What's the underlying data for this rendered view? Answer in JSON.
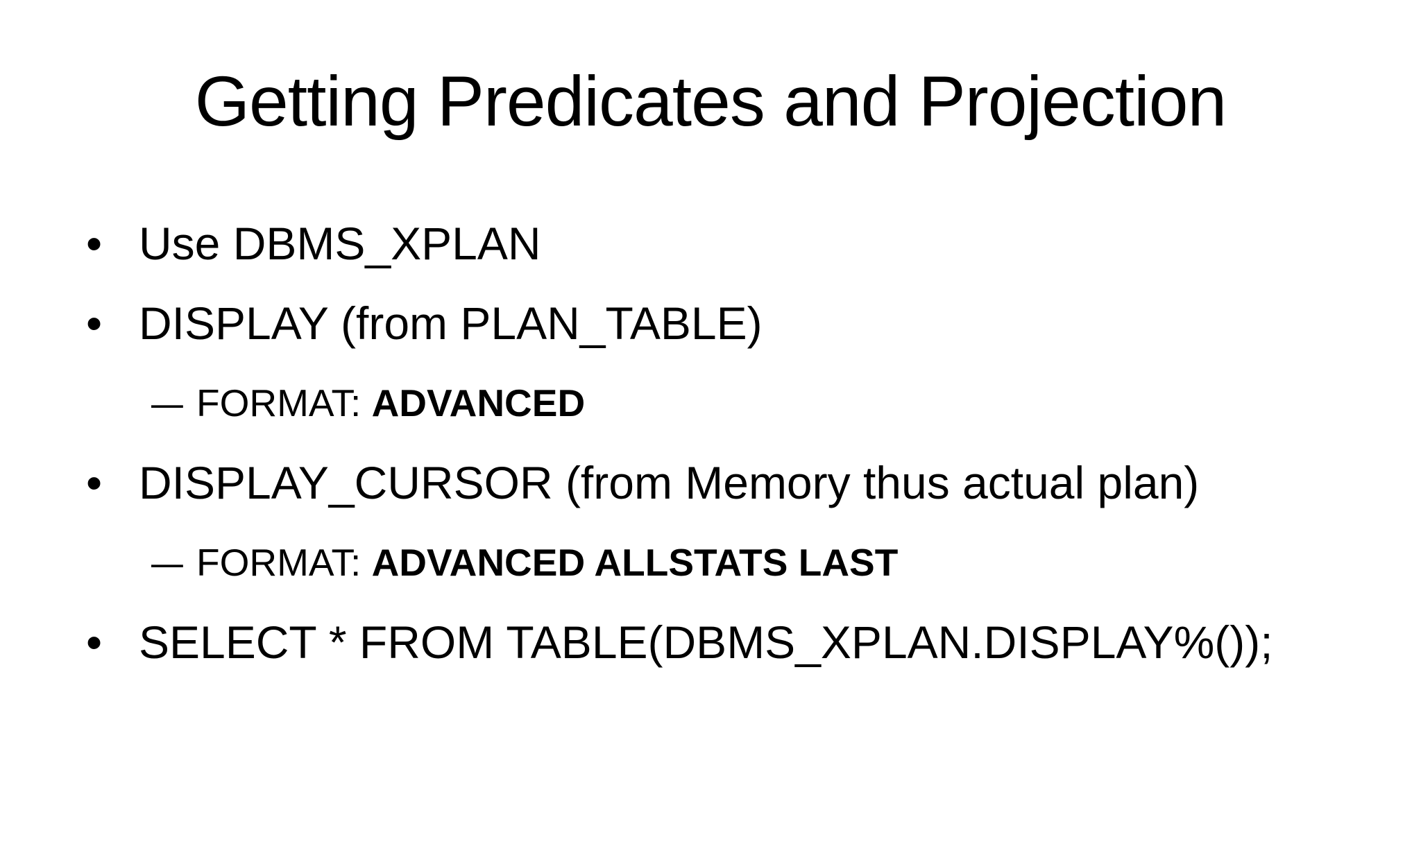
{
  "slide": {
    "background_color": "#ffffff",
    "text_color": "#000000",
    "title": "Getting Predicates and Projection",
    "bullets": [
      {
        "level": 1,
        "marker": "•",
        "text": "Use DBMS_XPLAN"
      },
      {
        "level": 1,
        "marker": "•",
        "text": "DISPLAY (from PLAN_TABLE)"
      },
      {
        "level": 2,
        "marker": "–",
        "prefix": "FORMAT: ",
        "bold": "ADVANCED"
      },
      {
        "level": 1,
        "marker": "•",
        "text": "DISPLAY_CURSOR (from Memory thus actual plan)"
      },
      {
        "level": 2,
        "marker": "–",
        "prefix": "FORMAT: ",
        "bold": "ADVANCED ALLSTATS LAST"
      },
      {
        "level": 1,
        "marker": "•",
        "text": "SELECT * FROM TABLE(DBMS_XPLAN.DISPLAY%());"
      }
    ]
  }
}
